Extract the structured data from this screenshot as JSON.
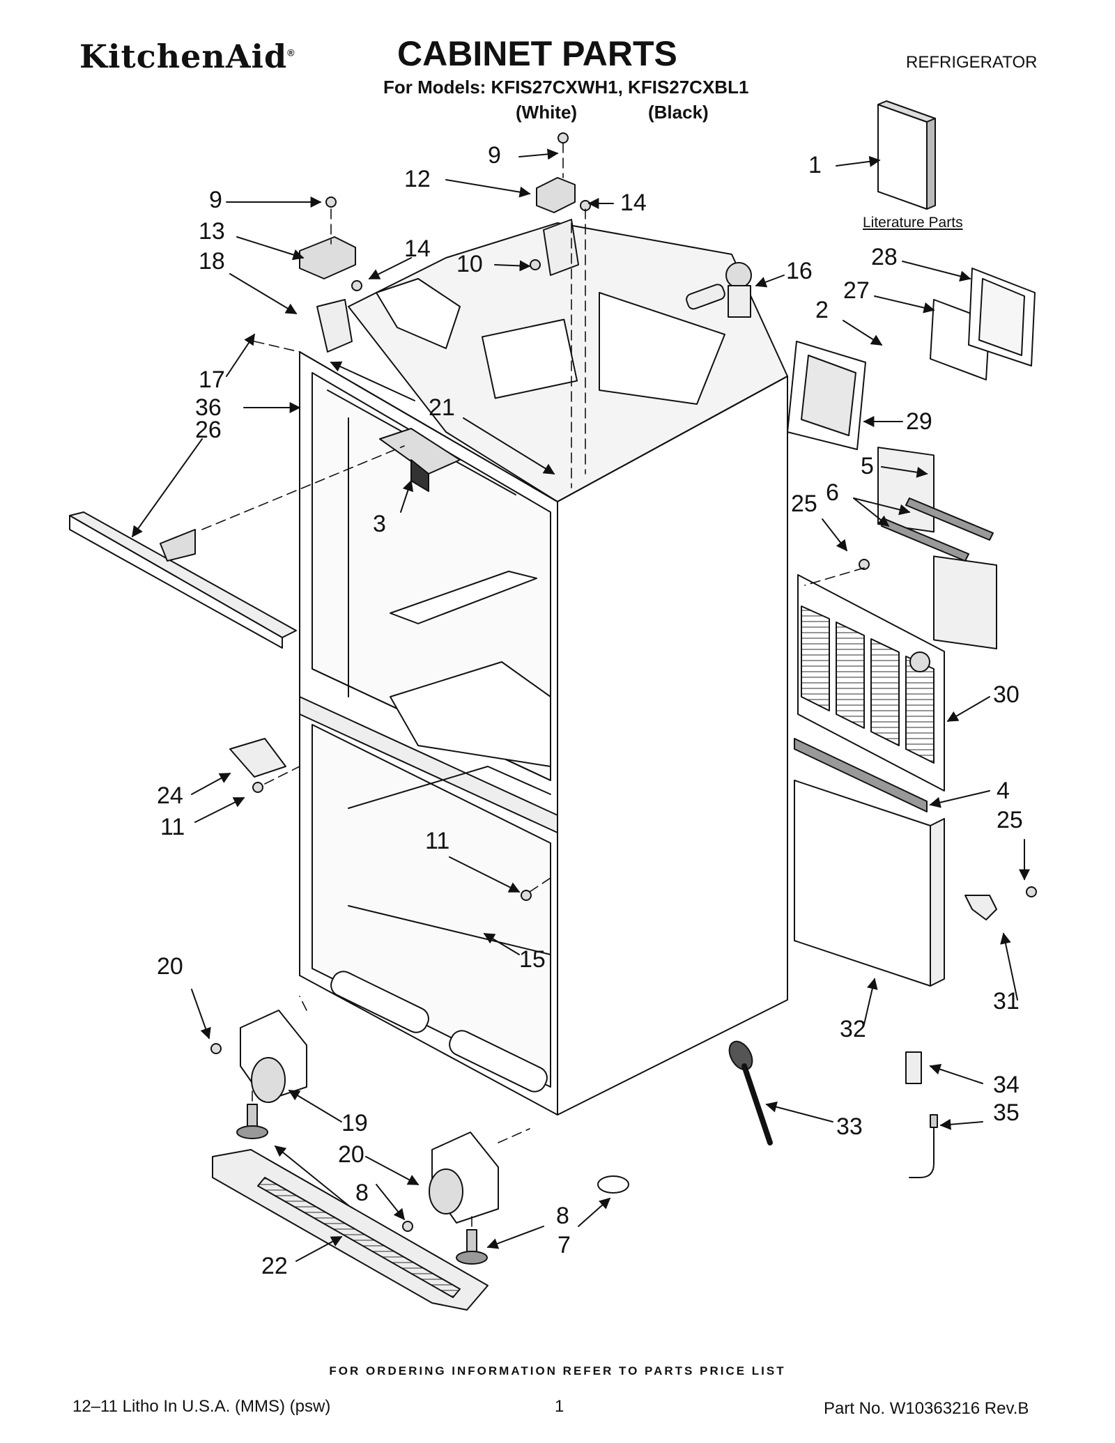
{
  "header": {
    "brand": "KitchenAid",
    "brand_mark": "®",
    "title": "CABINET PARTS",
    "category": "REFRIGERATOR",
    "models": "For Models: KFIS27CXWH1, KFIS27CXBL1",
    "variant_white": "(White)",
    "variant_black": "(Black)"
  },
  "literature_label": "Literature Parts",
  "callouts": {
    "c1": "1",
    "c2": "2",
    "c3": "3",
    "c4": "4",
    "c5": "5",
    "c6": "6",
    "c7": "7",
    "c8a": "8",
    "c8b": "8",
    "c9a": "9",
    "c9b": "9",
    "c10": "10",
    "c11a": "11",
    "c11b": "11",
    "c12": "12",
    "c13": "13",
    "c14a": "14",
    "c14b": "14",
    "c15": "15",
    "c16": "16",
    "c17": "17",
    "c18": "18",
    "c19": "19",
    "c20a": "20",
    "c20b": "20",
    "c21": "21",
    "c22": "22",
    "c24": "24",
    "c25a": "25",
    "c25b": "25",
    "c26": "26",
    "c27": "27",
    "c28": "28",
    "c29": "29",
    "c30": "30",
    "c31": "31",
    "c32": "32",
    "c33": "33",
    "c34": "34",
    "c35": "35",
    "c36": "36"
  },
  "footer": {
    "ordering_note": "FOR ORDERING INFORMATION REFER TO PARTS PRICE LIST",
    "litho": "12–11 Litho In U.S.A. (MMS) (psw)",
    "page": "1",
    "part_number": "Part No. W10363216 Rev.B"
  }
}
